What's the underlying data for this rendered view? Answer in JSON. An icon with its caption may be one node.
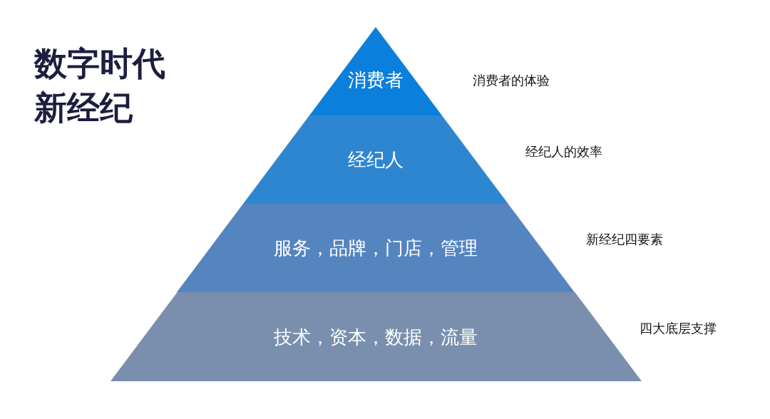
{
  "diagram": {
    "title": "数字时代新经纪",
    "nodes": [
      {
        "text": [
          "消费者"
        ],
        "beside": [
          "消费者的体验"
        ]
      },
      {
        "text": [
          "经纪人"
        ],
        "beside": [
          "经纪人的效率"
        ]
      },
      {
        "text": [
          "服务，品牌，门店，管理"
        ],
        "beside": [
          "新经纪四要素"
        ]
      },
      {
        "text": [
          "技术，资本，数据，流量"
        ],
        "beside": [
          "四大底层支撑"
        ]
      }
    ],
    "edges": []
  }
}
